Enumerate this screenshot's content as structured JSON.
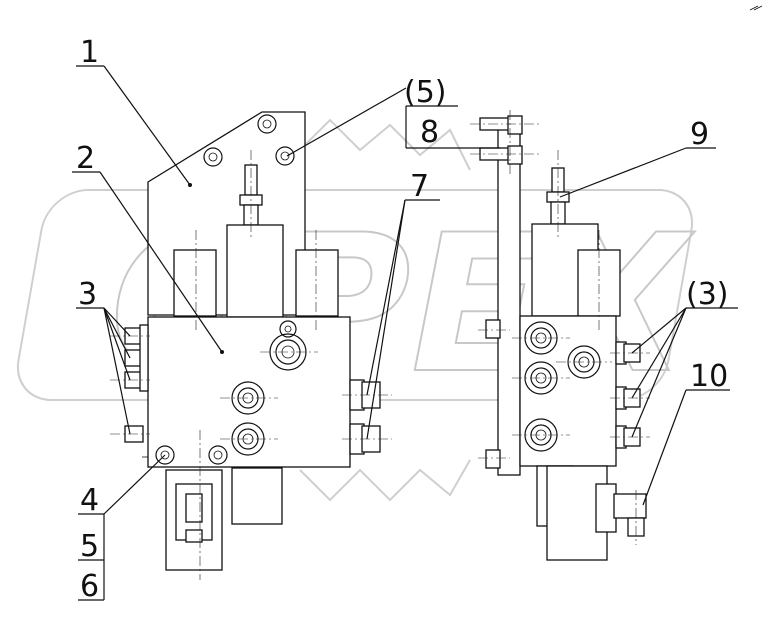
{
  "watermark": {
    "text": "OPEX"
  },
  "labels": {
    "l1": "1",
    "l2": "2",
    "l3": "3",
    "l3p": "(3)",
    "l4": "4",
    "l5": "5",
    "l5p": "(5)",
    "l6": "6",
    "l7": "7",
    "l8": "8",
    "l9": "9",
    "l10": "10"
  }
}
